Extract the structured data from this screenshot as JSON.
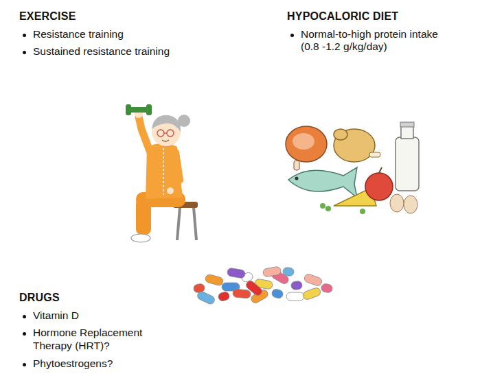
{
  "diagram": {
    "nodes": [
      {
        "text": [
          "EXERCISE",
          "Resistance training",
          "Sustained resistance training"
        ]
      },
      {
        "text": [
          "HYPOCALORIC DIET",
          "Normal-to-high protein intake (0.8 -1.2 g/kg/day)"
        ]
      },
      {
        "text": [
          "DRUGS",
          "Vitamin D",
          "Hormone Replacement Therapy (HRT)?",
          "Phytoestrogens?"
        ]
      }
    ]
  }
}
